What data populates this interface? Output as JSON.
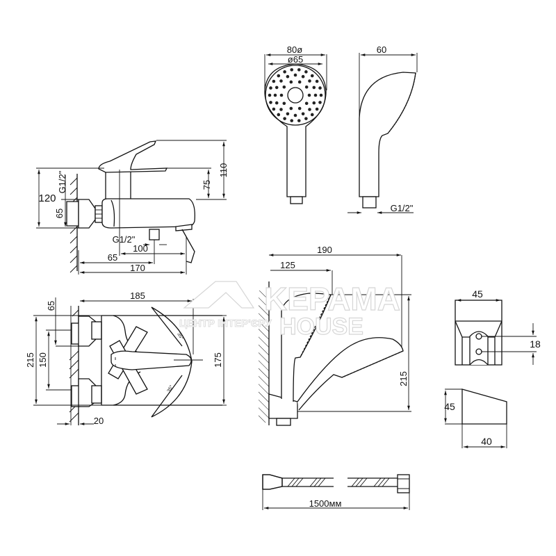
{
  "watermark": {
    "brand_line1": "KEPAMA",
    "brand_line2": "HOUSE",
    "tagline": "ЦЕНТР ІНТЕР'ЄРУ"
  },
  "faucet_side_view": {
    "dims": {
      "height_total": "110",
      "height_lever": "75",
      "height_body": "120",
      "inlet": "65",
      "thread_top": "G1/2\"",
      "thread_outlet": "G1/2\"",
      "outlet_offset": "100",
      "neck_offset": "65",
      "projection": "170"
    }
  },
  "faucet_top_view": {
    "dims": {
      "width": "185",
      "inlet_offset": "65",
      "total_height": "215",
      "inlet_spacing": "150",
      "body_height": "175",
      "wall_gap": "20",
      "angle_top": "35°",
      "angle_bottom": "35°"
    }
  },
  "hand_shower_front": {
    "dims": {
      "outer_diameter": "80ø",
      "face_diameter": "ø65"
    }
  },
  "hand_shower_side": {
    "dims": {
      "depth": "60",
      "thread": "G1/2\""
    }
  },
  "holder_assembly": {
    "dims": {
      "reach_max": "190",
      "reach_min": "125",
      "height": "215"
    }
  },
  "bracket_front": {
    "dims": {
      "width": "45",
      "hole_spacing": "18"
    }
  },
  "bracket_side": {
    "dims": {
      "height": "45",
      "depth": "40"
    }
  },
  "hose": {
    "length": "1500мм"
  }
}
